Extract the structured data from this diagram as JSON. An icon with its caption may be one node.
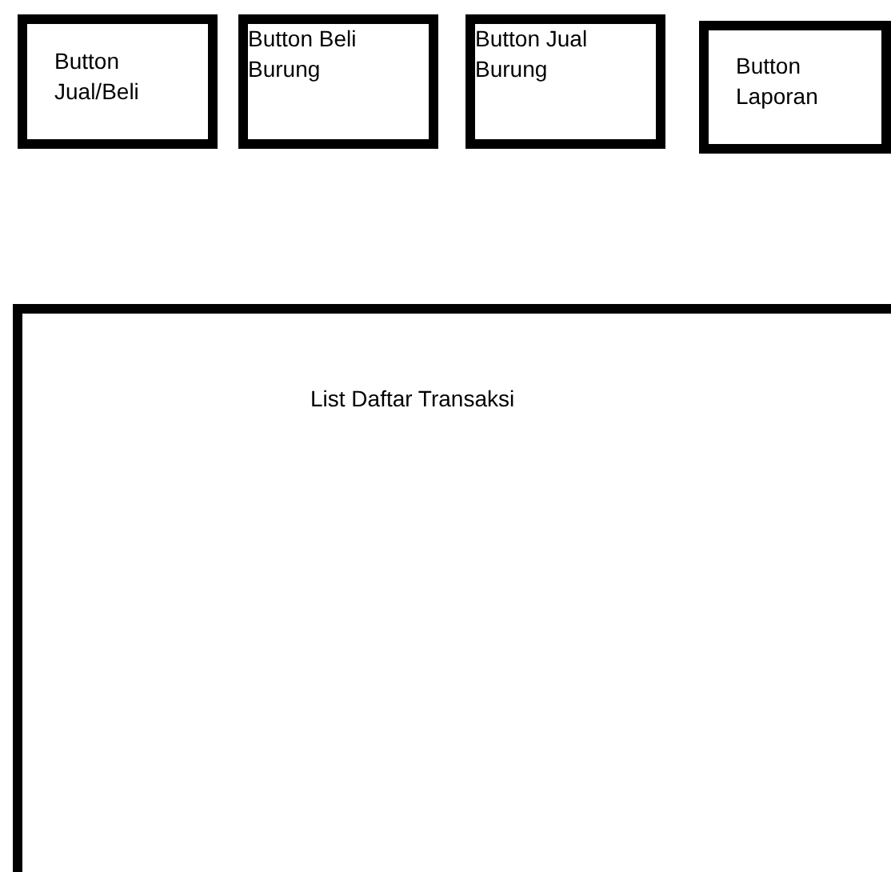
{
  "diagram": {
    "nodes": [
      {
        "text": [
          "Button Jual/Beli"
        ]
      },
      {
        "text": [
          "Button Beli Burung"
        ]
      },
      {
        "text": [
          "Button Jual Burung"
        ]
      },
      {
        "text": [
          "Button Laporan"
        ]
      },
      {
        "text": [
          "List Daftar Transaksi"
        ]
      }
    ]
  }
}
